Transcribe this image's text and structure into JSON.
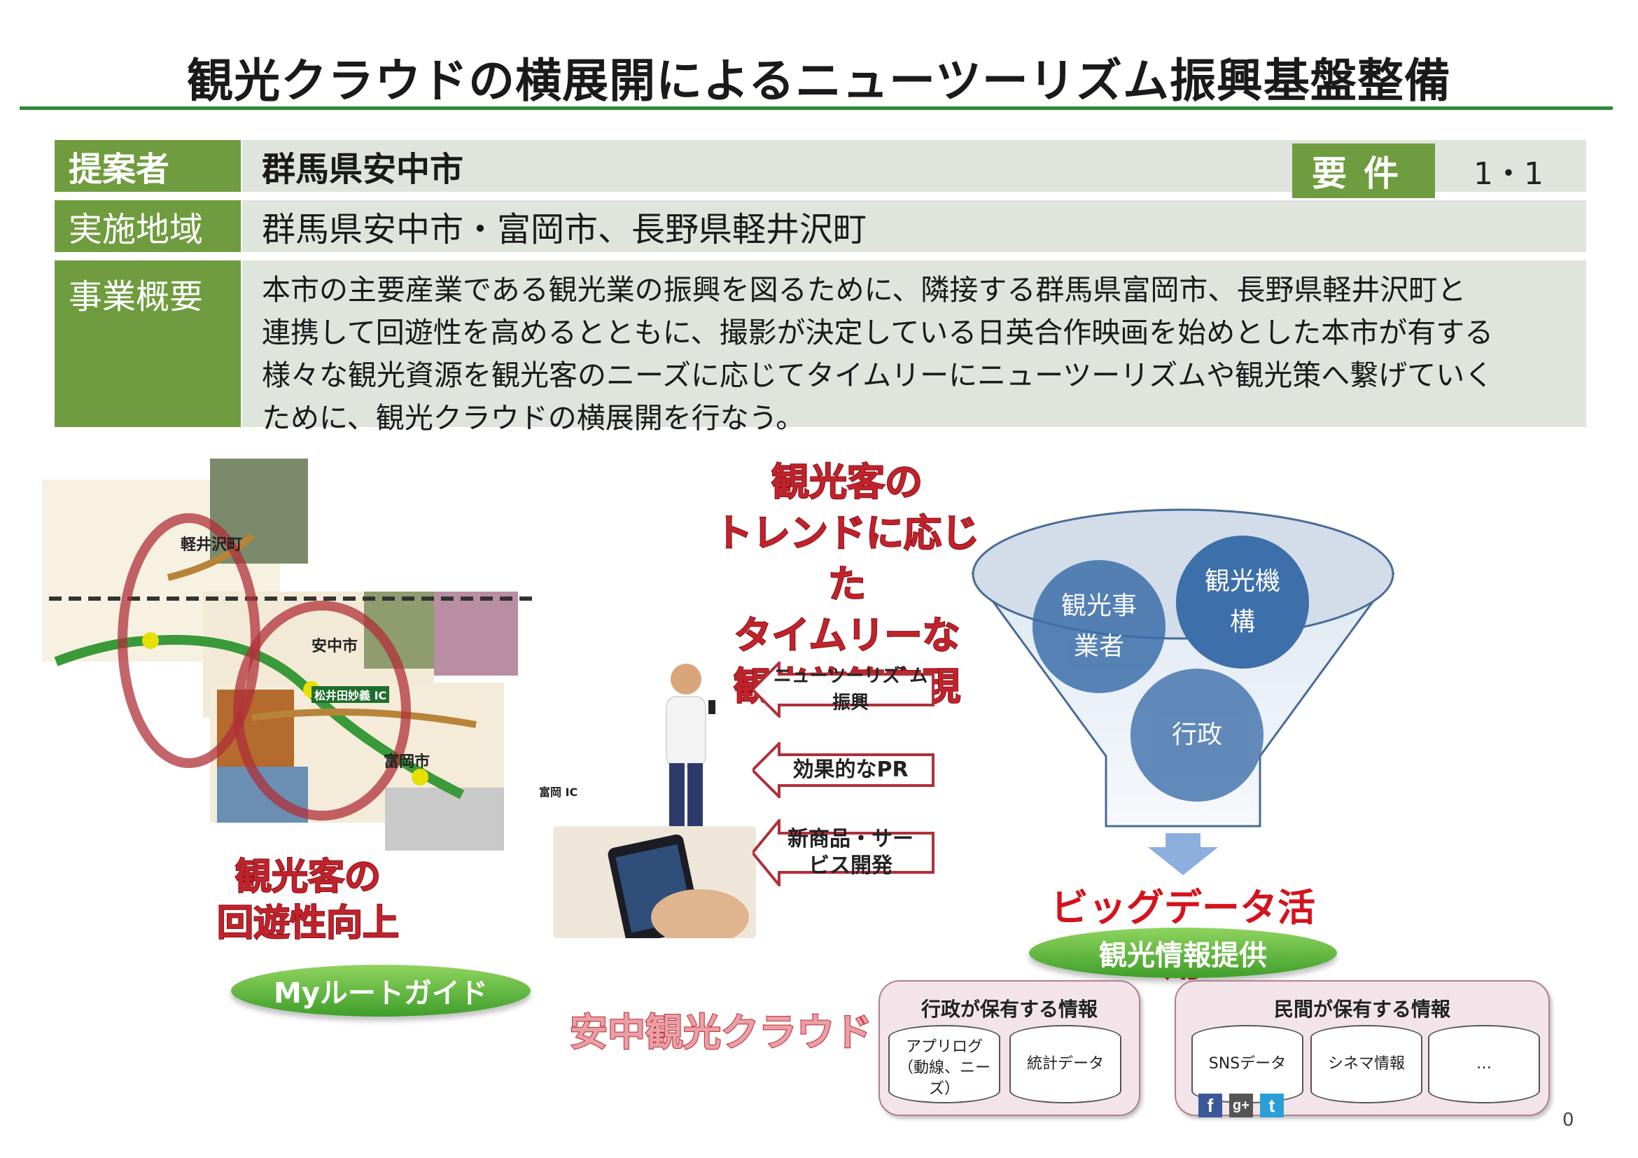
{
  "title": "観光クラウドの横展開によるニューツーリズム振興基盤整備",
  "header_table": {
    "proposer_label": "提案者",
    "proposer_value": "群馬県安中市",
    "requirement_label": "要件",
    "requirement_value": "1・1",
    "area_label": "実施地域",
    "area_value": "群馬県安中市・富岡市、長野県軽井沢町",
    "summary_label": "事業概要",
    "summary_lines": [
      "本市の主要産業である観光業の振興を図るために、隣接する群馬県富岡市、長野県軽井沢町と",
      "連携して回遊性を高めるとともに、撮影が決定している日英合作映画を始めとした本市が有する",
      "様々な観光資源を観光客のニーズに応じてタイムリーにニューツーリズムや観光策へ繋げていく",
      "ために、観光クラウドの横展開を行なう。"
    ]
  },
  "map": {
    "labels": [
      "軽井沢町",
      "安中市",
      "松井田妙義 IC",
      "富岡市",
      "富岡 IC"
    ],
    "circulation_lines": [
      "観光客の",
      "回遊性向上"
    ],
    "guide_button": "Myルートガイド"
  },
  "trend": {
    "lines": [
      "観光客の",
      "トレンドに応じた",
      "タイムリーな",
      "観光施策実現"
    ],
    "arrows": [
      "ニューツーリズﾞム振興",
      "効果的なPR",
      "新商品・サービス開発"
    ]
  },
  "funnel": {
    "circles": [
      "観光事業者",
      "観光機構",
      "行政"
    ],
    "bigdata_label": "ビッグデータ活用",
    "info_button": "観光情報提供"
  },
  "cloud": {
    "label": "安中観光クラウド",
    "gov_group": {
      "title": "行政が保有する情報",
      "items": [
        "アプリログ（動線、ニーズ）",
        "統計データ"
      ]
    },
    "private_group": {
      "title": "民間が保有する情報",
      "items": [
        "SNSデータ",
        "シネマ情報",
        "…"
      ]
    },
    "sns_icons": [
      "f",
      "g+",
      "t"
    ]
  },
  "page_number": "0",
  "colors": {
    "accent_green": "#6e9c3e",
    "title_rule": "#2f8a3b",
    "red": "#c0232c",
    "circle_blue": "#3d6faa"
  }
}
